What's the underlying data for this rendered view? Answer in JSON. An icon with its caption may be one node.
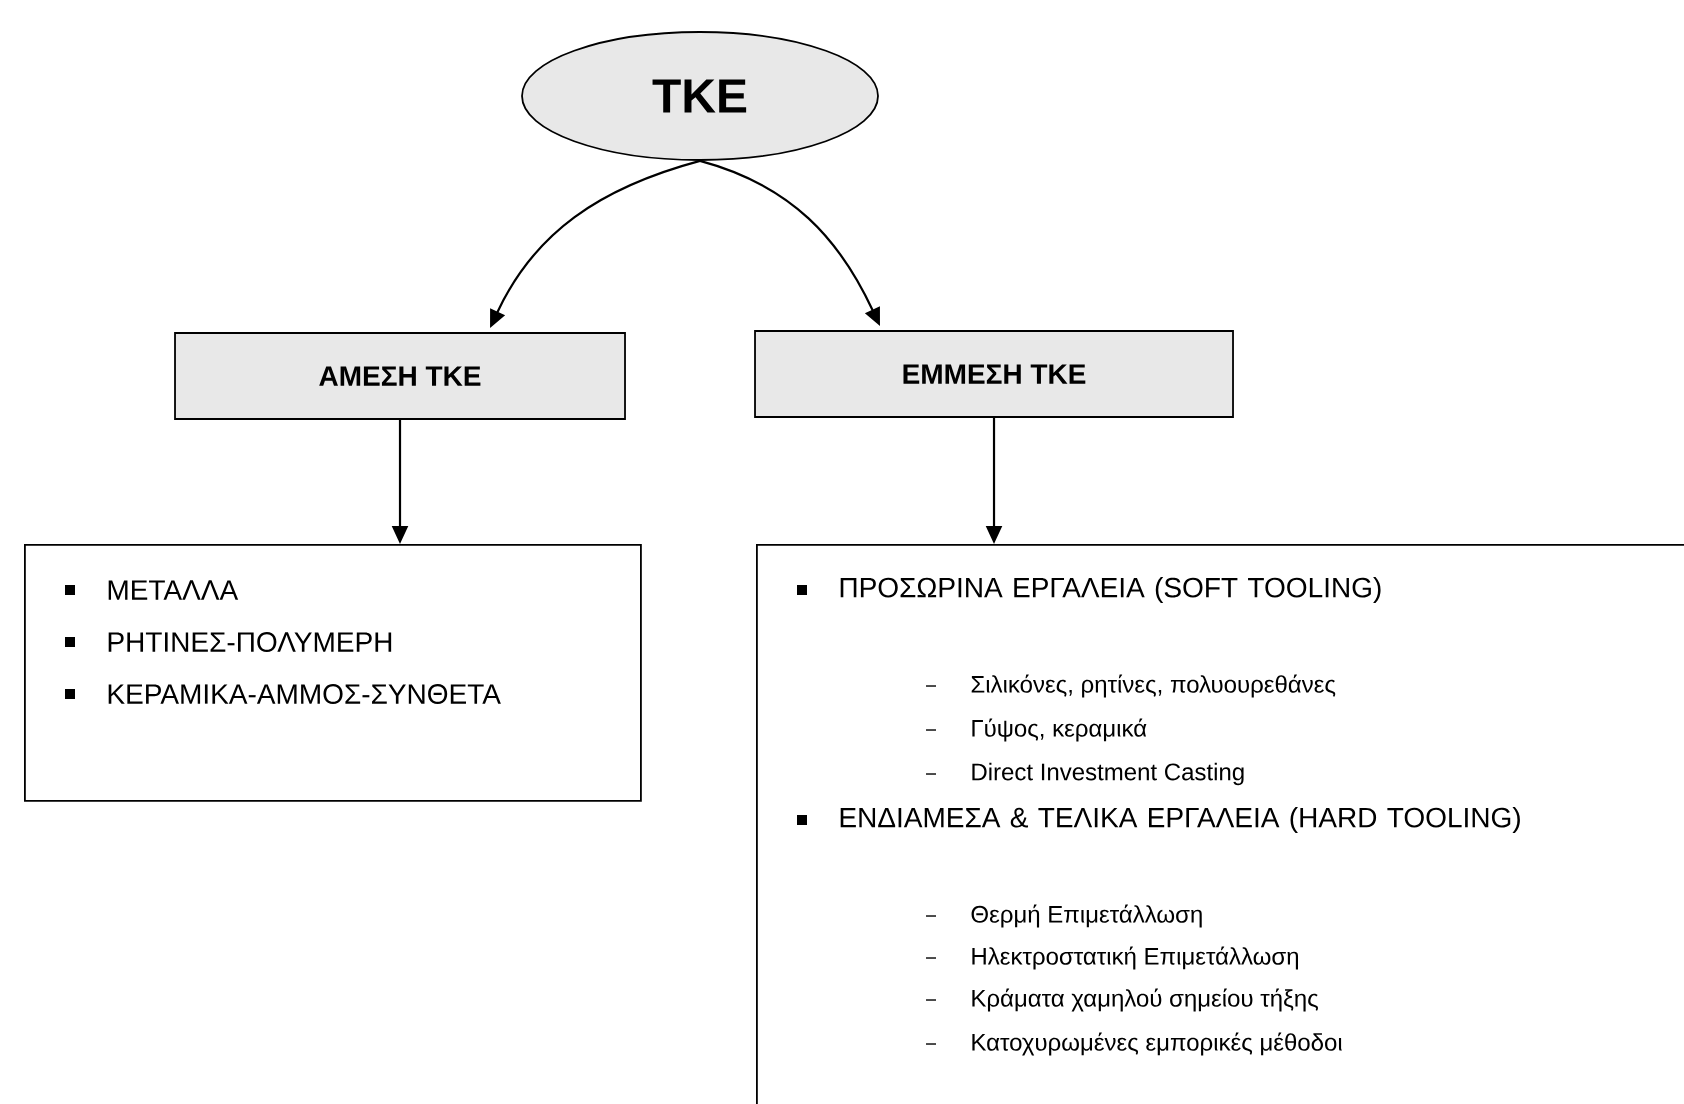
{
  "diagram": {
    "nodes": [
      {
        "text": [
          "ΤΚΕ"
        ]
      },
      {
        "text": [
          "ΑΜΕΣΗ ΤΚΕ"
        ]
      },
      {
        "text": [
          "ΕΜΜΕΣΗ ΤΚΕ"
        ]
      },
      {
        "text": [
          "ΜΕΤΑΛΛΑ",
          "ΡΗΤΙΝΕΣ-ΠΟΛΥΜΕΡΗ",
          "ΚΕΡΑΜΙΚΑ-ΑΜΜΟΣ-ΣΥΝΘΕΤΑ"
        ]
      },
      {
        "text": [
          "ΠΡΟΣΩΡΙΝΑ ΕΡΓΑΛΕΙΑ (SOFT TOOLING)",
          "Σιλικόνες, ρητίνες, πολυουρεθάνες",
          "Γύψος, κεραμικά",
          "Direct Investment Casting",
          "ΕΝΔΙΑΜΕΣΑ & ΤΕΛΙΚΑ ΕΡΓΑΛΕΙΑ (HARD TOOLING)",
          "Θερμή Επιμετάλλωση",
          "Ηλεκτροστατική Επιμετάλλωση",
          "Κράματα χαμηλού σημείου τήξης",
          "Κατοχυρωμένες εμπορικές μέθοδοι"
        ]
      }
    ],
    "edges": [
      {
        "from": 0,
        "to": 1,
        "arrow": "to"
      },
      {
        "from": 0,
        "to": 2,
        "arrow": "to"
      },
      {
        "from": 1,
        "to": 3,
        "arrow": "to"
      },
      {
        "from": 2,
        "to": 4,
        "arrow": "to"
      }
    ]
  }
}
